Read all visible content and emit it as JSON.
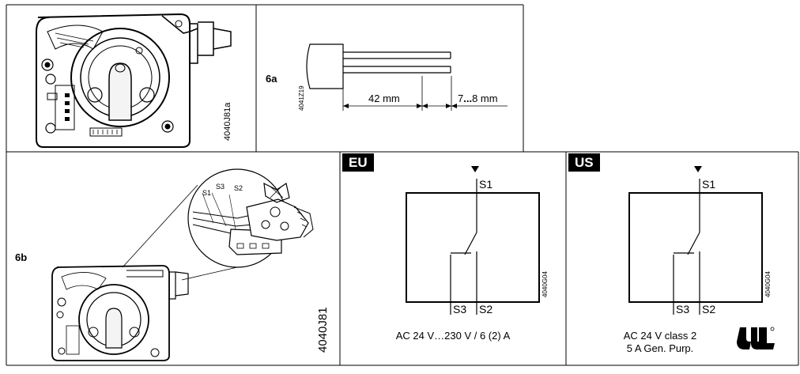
{
  "panels": {
    "top_left": {
      "code": "4040J81a"
    },
    "top_middle": {
      "label": "6a",
      "code": "4041Z19",
      "dim_strip": "42 mm",
      "dim_end_a": "7",
      "dim_end_sep": "...",
      "dim_end_b": "8 mm"
    },
    "bottom_left": {
      "label": "6b",
      "code": "4040J81",
      "wire_s1": "S1",
      "wire_s2": "S2",
      "wire_s3": "S3"
    },
    "eu": {
      "tab": "EU",
      "terminal_top": "S1",
      "terminal_left": "S3",
      "terminal_right": "S2",
      "code": "4040G04",
      "rating": "AC 24 V…230 V / 6 (2) A"
    },
    "us": {
      "tab": "US",
      "terminal_top": "S1",
      "terminal_left": "S3",
      "terminal_right": "S2",
      "code": "4040G04",
      "rating_line1": "AC 24 V class 2",
      "rating_line2": "5 A Gen. Purp.",
      "cert_mark": "UL recognized component mark"
    }
  }
}
